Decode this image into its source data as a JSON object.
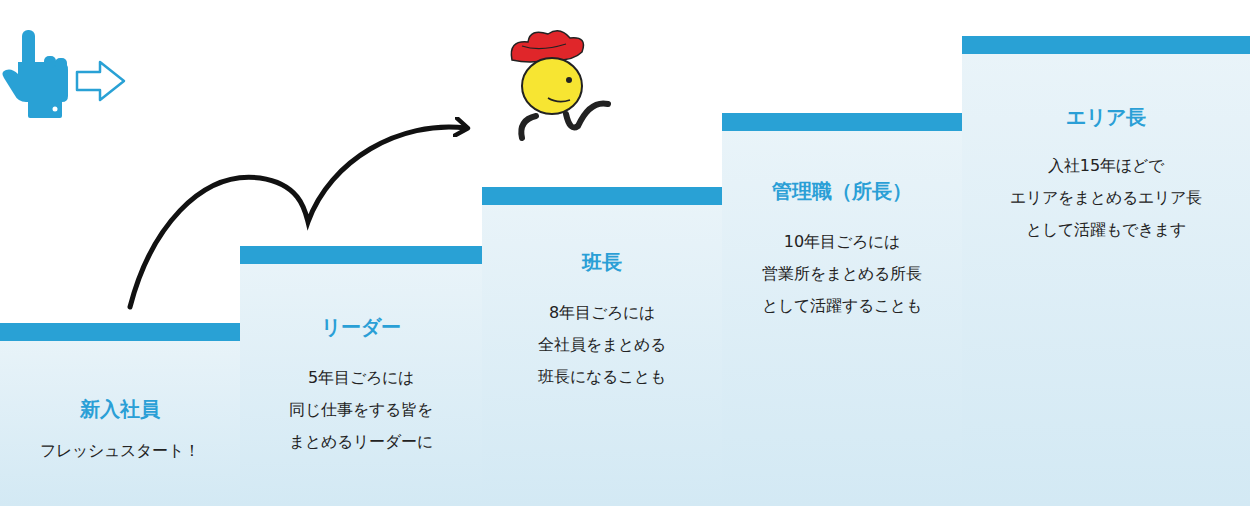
{
  "diagram": {
    "nodes": [
      {
        "text": [
          "新入社員",
          "フレッシュスタート！"
        ]
      },
      {
        "text": [
          "リーダー",
          "5年目ごろには 同じ仕事をする皆を まとめるリーダーに"
        ]
      },
      {
        "text": [
          "班長",
          "8年目ごろには 全社員をまとめる 班長になることも"
        ]
      },
      {
        "text": [
          "管理職（所長）",
          "10年目ごろには 営業所をまとめる所長 として活躍することも"
        ]
      },
      {
        "text": [
          "エリア長",
          "入社15年ほどで エリアをまとめるエリア長 として活躍もできます"
        ]
      }
    ]
  }
}
